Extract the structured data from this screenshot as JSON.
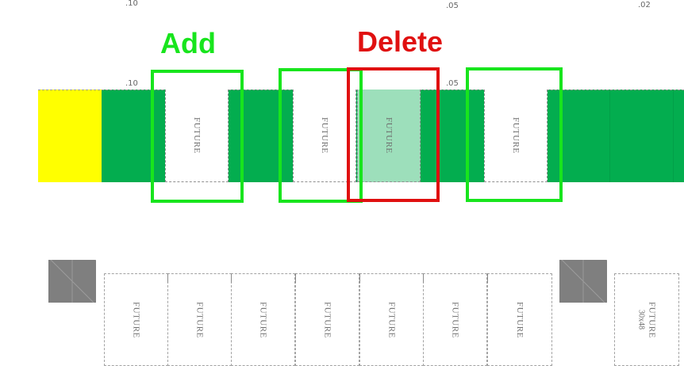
{
  "colors": {
    "add": "#18e51d",
    "delete": "#e01010",
    "booth_green": "#03ad4f",
    "yellow": "#ffff00",
    "selected_booth": "#9ddfbb",
    "hatched_block": "#7f7f7f"
  },
  "annotations": {
    "add_label": "Add",
    "delete_label": "Delete"
  },
  "dimension_labels": {
    "top_left": ".10",
    "top_middle": ".05",
    "top_right": ".02",
    "strip_left": ".10",
    "strip_middle": ".05"
  },
  "upper_row": {
    "booths": [
      {
        "label": "FUTURE",
        "state": "add"
      },
      {
        "label": "FUTURE",
        "state": "add"
      },
      {
        "label": "FUTURE",
        "state": "delete"
      },
      {
        "label": "FUTURE",
        "state": "add"
      }
    ]
  },
  "lower_row": {
    "booths": [
      {
        "label": "FUTURE"
      },
      {
        "label": "FUTURE"
      },
      {
        "label": "FUTURE"
      },
      {
        "label": "FUTURE"
      },
      {
        "label": "FUTURE"
      },
      {
        "label": "FUTURE"
      },
      {
        "label": "FUTURE"
      }
    ],
    "right_booth": {
      "label": "FUTURE",
      "size": "30x48"
    }
  }
}
